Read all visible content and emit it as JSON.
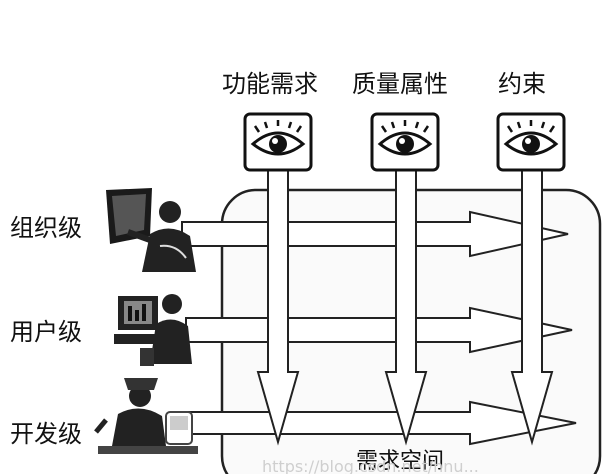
{
  "columns": [
    {
      "label": "功能需求",
      "icon": "eye-icon"
    },
    {
      "label": "质量属性",
      "icon": "eye-icon"
    },
    {
      "label": "约束",
      "icon": "eye-icon"
    }
  ],
  "levels": [
    {
      "label": "组织级",
      "icon": "person-at-board-icon"
    },
    {
      "label": "用户级",
      "icon": "person-at-computer-icon"
    },
    {
      "label": "开发级",
      "icon": "person-at-desk-icon"
    }
  ],
  "space_label": "需求空间",
  "watermark": "https://blog.csdn.net/hnu..."
}
